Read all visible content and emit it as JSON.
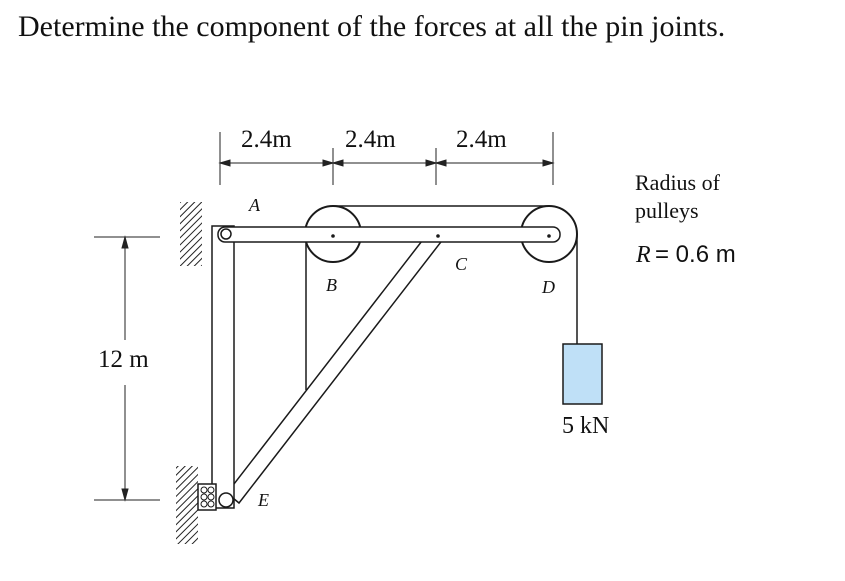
{
  "problem": {
    "text": "Determine the component of the forces at all the pin joints."
  },
  "diagram": {
    "dimensions": {
      "top_spans": [
        "2.4m",
        "2.4m",
        "2.4m"
      ],
      "height": "12 m"
    },
    "points": {
      "A": "A",
      "B": "B",
      "C": "C",
      "D": "D",
      "E": "E"
    },
    "notes": {
      "radius_line1": "Radius of",
      "radius_line2": "pulleys",
      "radius_symbol": "R",
      "radius_value": "= 0.6 m"
    },
    "load": "5 kN",
    "colors": {
      "load_fill": "#bfe0f7",
      "line": "#1a1a1a",
      "member_fill": "#ffffff"
    }
  }
}
